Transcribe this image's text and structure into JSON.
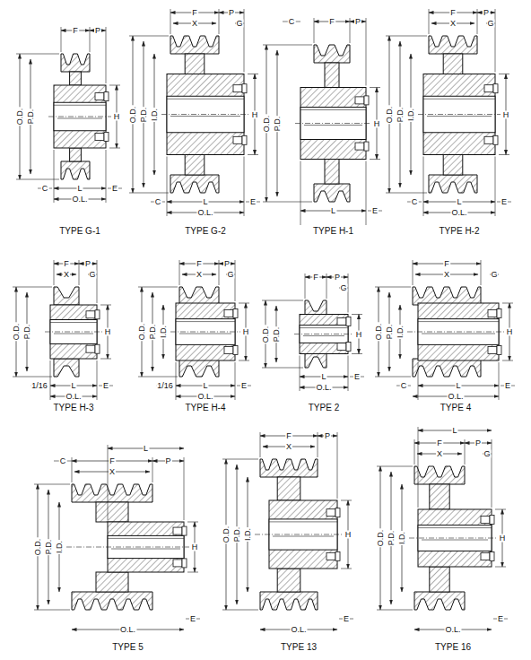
{
  "diagram": {
    "labels": [
      "F",
      "P",
      "O.D.",
      "P.D.",
      "H",
      "C",
      "L",
      "E",
      "O.L.",
      "TYPE G-1",
      "F",
      "P",
      "X",
      "G",
      "O.D.",
      "P.D.",
      "I.D.",
      "H",
      "C",
      "L",
      "E",
      "O.L.",
      "TYPE G-2",
      "C",
      "F",
      "P",
      "O.D.",
      "P.D.",
      "H",
      "L",
      "E",
      "TYPE H-1",
      "F",
      "P",
      "X",
      "G",
      "O.D.",
      "P.D.",
      "I.D.",
      "H",
      "C",
      "L",
      "E",
      "O.L.",
      "TYPE H-2",
      "X",
      "G",
      "F",
      "P",
      "O.D.",
      "P.D.",
      "H",
      "1/16",
      "L",
      "E",
      "O.L.",
      "TYPE H-3",
      "F",
      "X",
      "G",
      "P",
      "O.D.",
      "P.D.",
      "I.D.",
      "H",
      "1/16",
      "L",
      "E",
      "O.L.",
      "TYPE H-4",
      "F",
      "P",
      "G",
      "O.D.",
      "P.D.",
      "H",
      "L",
      "E",
      "O.L.",
      "TYPE 2",
      "F",
      "X",
      "G",
      "O.D.",
      "P.D.",
      "I.D.",
      "H",
      "C",
      "L",
      "E",
      "O.L.",
      "TYPE 4",
      "C",
      "L",
      "F",
      "X",
      "P",
      "O.D.",
      "P.D.",
      "I.D.",
      "H",
      "E",
      "O.L.",
      "TYPE 5",
      "F",
      "X",
      "P",
      "O.D.",
      "P.D.",
      "I.D.",
      "H",
      "E",
      "O.L.",
      "TYPE 13",
      "L",
      "F",
      "X",
      "P",
      "G",
      "O.D.",
      "P.D.",
      "I.D.",
      "H",
      "E",
      "O.L.",
      "TYPE 16"
    ]
  }
}
